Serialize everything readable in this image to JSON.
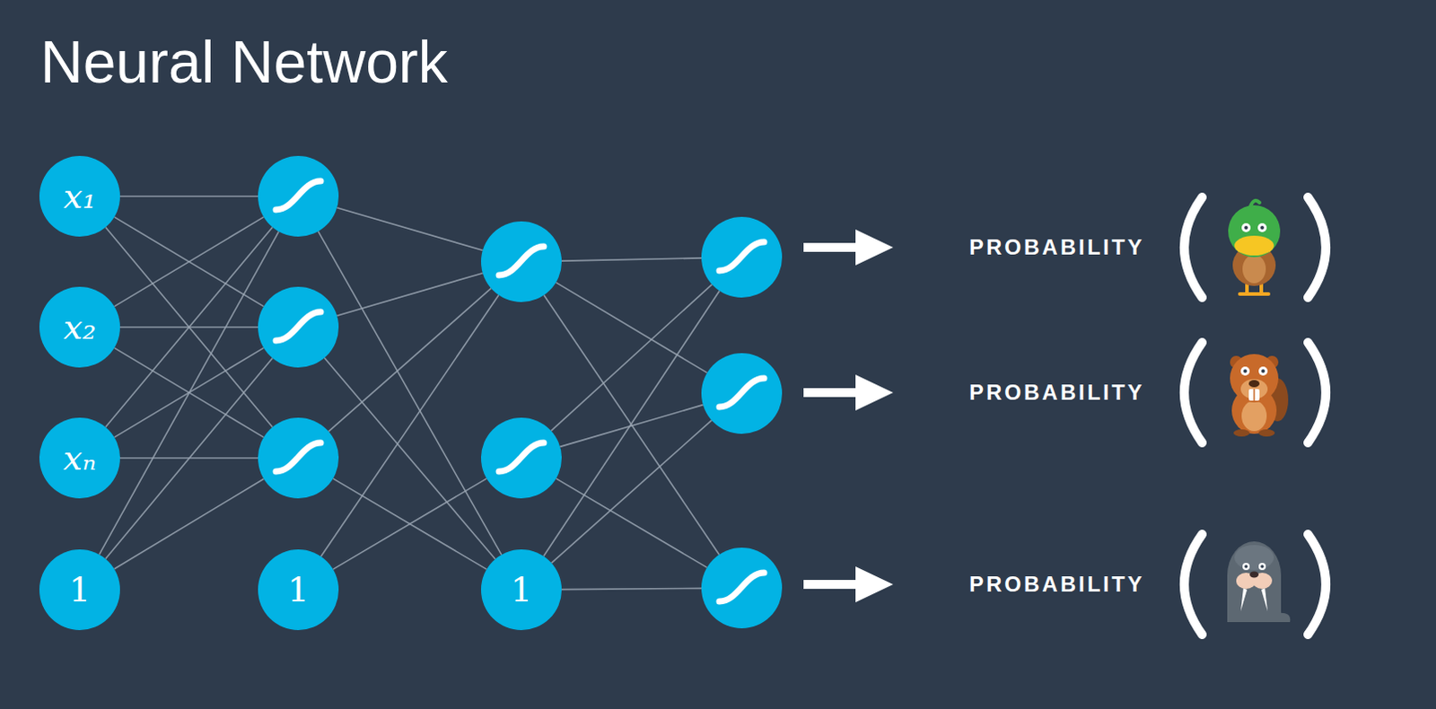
{
  "diagram": {
    "title": "Neural Network",
    "nodes": [
      {
        "text": [
          "x₁"
        ]
      },
      {
        "text": [
          "x₂"
        ]
      },
      {
        "text": [
          "xₙ"
        ]
      },
      {
        "text": [
          "1"
        ]
      },
      {
        "text": []
      },
      {
        "text": []
      },
      {
        "text": []
      },
      {
        "text": [
          "1"
        ]
      },
      {
        "text": []
      },
      {
        "text": []
      },
      {
        "text": [
          "1"
        ]
      },
      {
        "text": []
      },
      {
        "text": []
      },
      {
        "text": []
      }
    ],
    "edges": [
      {
        "from": 0,
        "to": 4,
        "arrow": "none"
      },
      {
        "from": 0,
        "to": 5,
        "arrow": "none"
      },
      {
        "from": 0,
        "to": 6,
        "arrow": "none"
      },
      {
        "from": 1,
        "to": 4,
        "arrow": "none"
      },
      {
        "from": 1,
        "to": 5,
        "arrow": "none"
      },
      {
        "from": 1,
        "to": 6,
        "arrow": "none"
      },
      {
        "from": 2,
        "to": 4,
        "arrow": "none"
      },
      {
        "from": 2,
        "to": 5,
        "arrow": "none"
      },
      {
        "from": 2,
        "to": 6,
        "arrow": "none"
      },
      {
        "from": 3,
        "to": 4,
        "arrow": "none"
      },
      {
        "from": 3,
        "to": 5,
        "arrow": "none"
      },
      {
        "from": 3,
        "to": 6,
        "arrow": "none"
      },
      {
        "from": 4,
        "to": 8,
        "arrow": "none"
      },
      {
        "from": 4,
        "to": 10,
        "arrow": "none"
      },
      {
        "from": 5,
        "to": 8,
        "arrow": "none"
      },
      {
        "from": 5,
        "to": 10,
        "arrow": "none"
      },
      {
        "from": 6,
        "to": 8,
        "arrow": "none"
      },
      {
        "from": 6,
        "to": 10,
        "arrow": "none"
      },
      {
        "from": 7,
        "to": 8,
        "arrow": "none"
      },
      {
        "from": 7,
        "to": 9,
        "arrow": "none"
      },
      {
        "from": 8,
        "to": 11,
        "arrow": "none"
      },
      {
        "from": 8,
        "to": 12,
        "arrow": "none"
      },
      {
        "from": 8,
        "to": 13,
        "arrow": "none"
      },
      {
        "from": 9,
        "to": 11,
        "arrow": "none"
      },
      {
        "from": 9,
        "to": 12,
        "arrow": "none"
      },
      {
        "from": 9,
        "to": 13,
        "arrow": "none"
      },
      {
        "from": 10,
        "to": 11,
        "arrow": "none"
      },
      {
        "from": 10,
        "to": 12,
        "arrow": "none"
      },
      {
        "from": 10,
        "to": 13,
        "arrow": "none"
      }
    ],
    "labels": [
      "PROBABILITY",
      "PROBABILITY",
      "PROBABILITY"
    ]
  }
}
